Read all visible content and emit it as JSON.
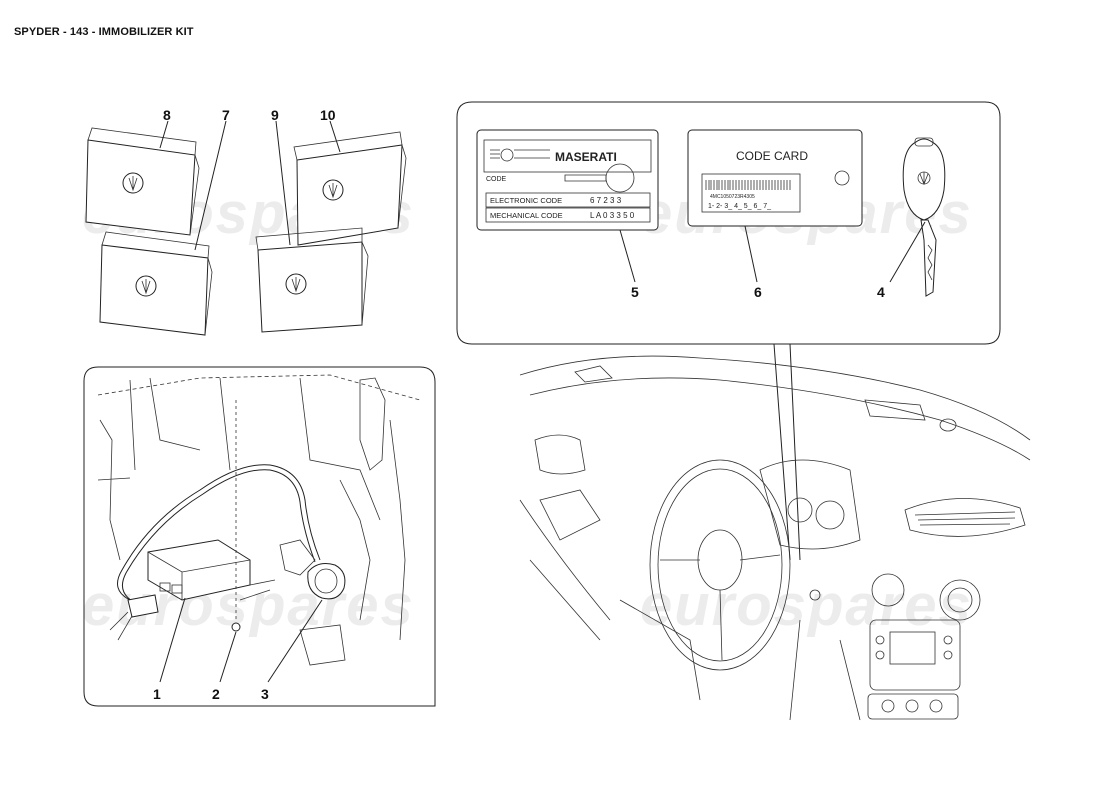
{
  "header": {
    "title": "SPYDER - 143 - IMMOBILIZER KIT"
  },
  "watermark": {
    "text": "eurospares",
    "color": "#c8c8c8"
  },
  "code_label": {
    "brand": "MASERATI",
    "code_label": "CODE",
    "electronic_code_label": "ELECTRONIC CODE",
    "electronic_code_value": "6 7 2 3 3",
    "mechanical_code_label": "MECHANICAL CODE",
    "mechanical_code_value": "L A 0 3 3 5 0"
  },
  "code_card": {
    "title": "CODE CARD",
    "barcode_text": "4MC1050723R4305",
    "digits": "1- 2- 3_ 4_ 5_ 6_ 7_"
  },
  "callouts": {
    "c1": "1",
    "c2": "2",
    "c3": "3",
    "c4": "4",
    "c5": "5",
    "c6": "6",
    "c7": "7",
    "c8": "8",
    "c9": "9",
    "c10": "10"
  },
  "icons": {
    "envelope": "maserati-trident-envelope-icon",
    "key": "key-icon",
    "control_unit": "control-unit-icon",
    "antenna_coil": "antenna-ring-icon",
    "nut": "nut-icon",
    "dashboard": "dashboard-illustration"
  }
}
